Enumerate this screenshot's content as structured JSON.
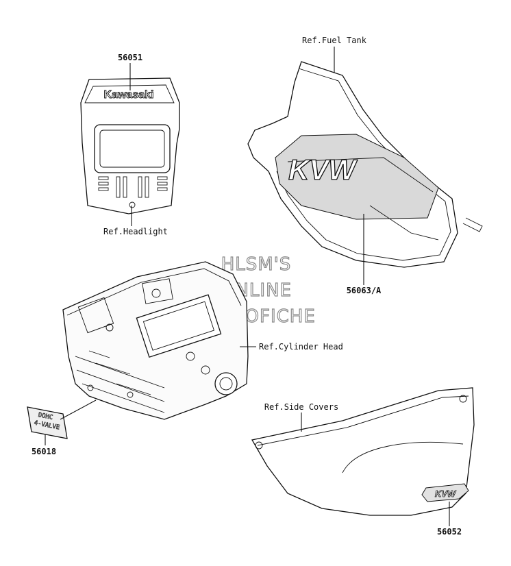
{
  "watermark": {
    "line1": "HLSM'S",
    "line2": "ONLINE",
    "line3": "MICROFICHE"
  },
  "headlight": {
    "part_number": "56051",
    "ref_label": "Ref.Headlight",
    "brand": "Kawasaki"
  },
  "fuel_tank": {
    "ref_label": "Ref.Fuel Tank",
    "part_number": "56063/A",
    "logo_text": "KVW"
  },
  "cylinder_head": {
    "ref_label": "Ref.Cylinder Head",
    "decal_part_number": "56018",
    "decal_line1": "DOHC",
    "decal_line2": "4-VALVE"
  },
  "side_cover": {
    "ref_label": "Ref.Side Covers",
    "part_number": "56052"
  }
}
